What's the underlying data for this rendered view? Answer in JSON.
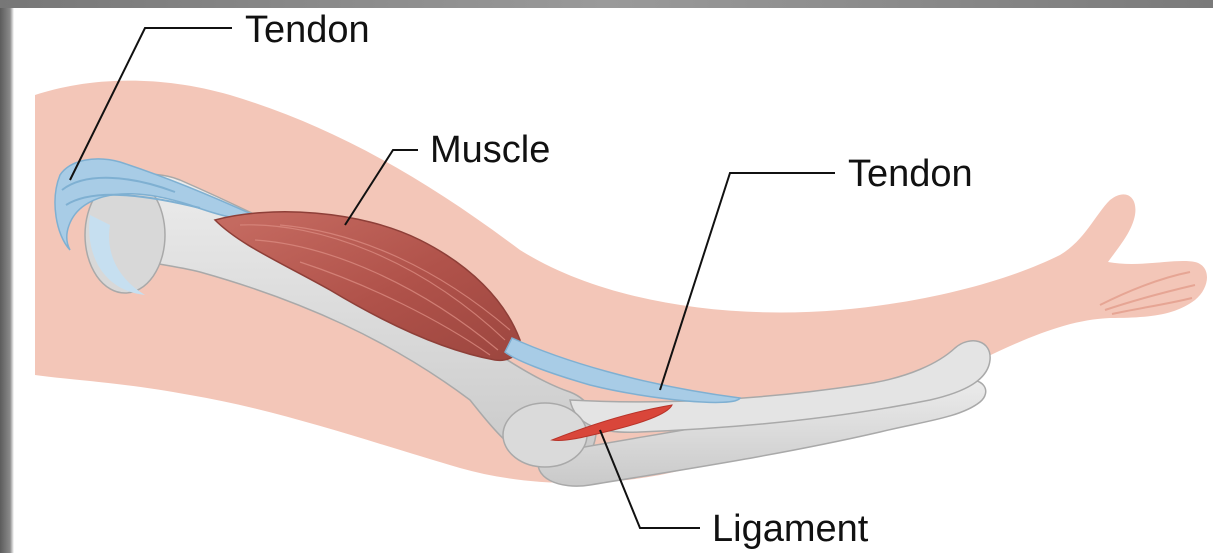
{
  "labels": {
    "tendon_top": "Tendon",
    "muscle": "Muscle",
    "tendon_right": "Tendon",
    "ligament": "Ligament"
  },
  "colors": {
    "skin": "#f3c6b8",
    "bone": "#dcdcdc",
    "bone_shadow": "#b9b9b9",
    "tendon": "#a8cce6",
    "muscle": "#b85a52",
    "muscle_highlight": "#d98a80",
    "ligament": "#d9463a",
    "leader_line": "#111111"
  }
}
